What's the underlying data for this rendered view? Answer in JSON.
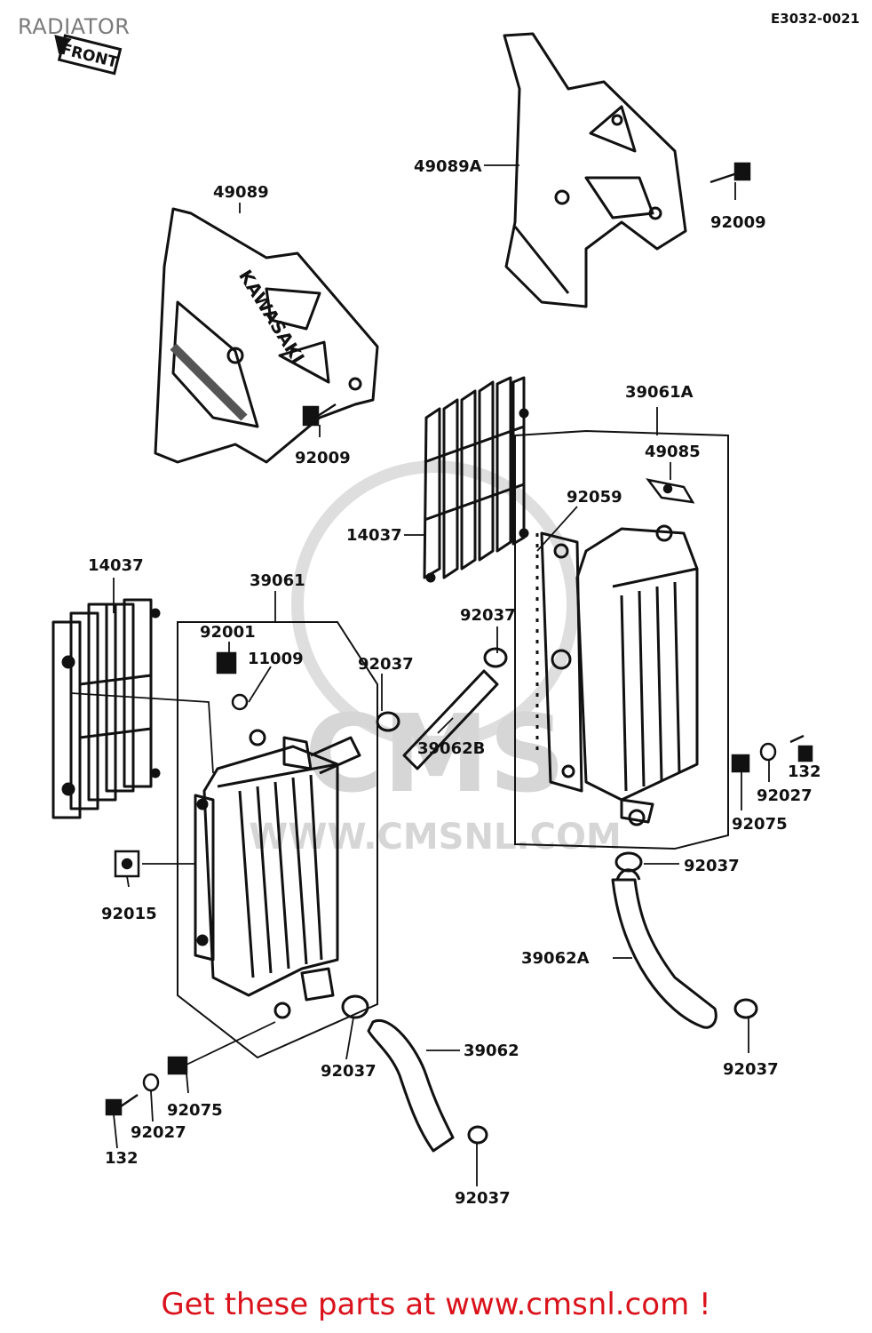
{
  "header": {
    "title": "RADIATOR",
    "ref_code": "E3032-0021",
    "front_label": "FRONT"
  },
  "shroud_logo": "KAWASAKI",
  "watermark": {
    "brand": "CMS",
    "url": "WWW.CMSNL.COM"
  },
  "callouts": [
    "49089A",
    "92009",
    "49089",
    "92009",
    "39061A",
    "49085",
    "92059",
    "14037",
    "14037",
    "39061",
    "92037",
    "92001",
    "11009",
    "92037",
    "39062B",
    "132",
    "92027",
    "92075",
    "92037",
    "92015",
    "39062A",
    "92037",
    "39062",
    "92037",
    "92075",
    "92027",
    "132",
    "92037"
  ],
  "footer": {
    "cta": "Get these parts at www.cmsnl.com !"
  },
  "colors": {
    "ink": "#111111",
    "footer": "#d9121b",
    "watermark": "#d6d6d6",
    "title": "#7a7a7a"
  }
}
